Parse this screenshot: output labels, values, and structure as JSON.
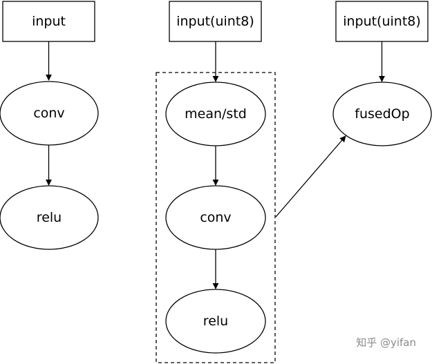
{
  "columns": [
    {
      "input_label": "input",
      "nodes": [
        "conv",
        "relu"
      ]
    },
    {
      "input_label": "input(uint8)",
      "nodes": [
        "mean/std",
        "conv",
        "relu"
      ]
    },
    {
      "input_label": "input(uint8)",
      "nodes": [
        "fusedOp"
      ]
    }
  ],
  "watermark": "知乎 @yifan",
  "colors": {
    "stroke": "#000000",
    "text": "#000000",
    "watermark": "#8a8a8a",
    "background": "#ffffff"
  }
}
